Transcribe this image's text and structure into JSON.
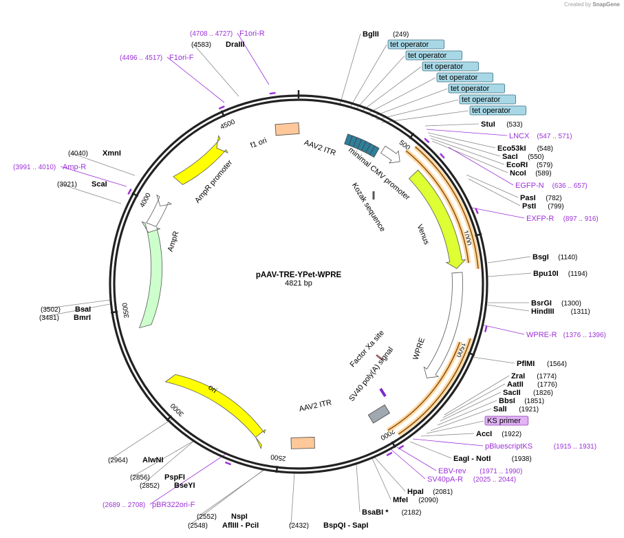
{
  "watermark": {
    "prefix": "Created by",
    "brand": "SnapGene"
  },
  "plasmid": {
    "name": "pAAV-TRE-YPet-WPRE",
    "length_label": "4821 bp",
    "length": 4821
  },
  "ticks": [
    "500",
    "1000",
    "1500",
    "2000",
    "2500",
    "3000",
    "3500",
    "4000",
    "4500"
  ],
  "sites": [
    {
      "name": "BglII",
      "pos": "(249)"
    },
    {
      "name": "StuI",
      "pos": "(533)"
    },
    {
      "name": "Eco53kI",
      "pos": "(548)"
    },
    {
      "name": "SacI",
      "pos": "(550)"
    },
    {
      "name": "EcoRI",
      "pos": "(579)"
    },
    {
      "name": "NcoI",
      "pos": "(589)"
    },
    {
      "name": "PasI",
      "pos": "(782)"
    },
    {
      "name": "PstI",
      "pos": "(799)"
    },
    {
      "name": "BsgI",
      "pos": "(1140)"
    },
    {
      "name": "Bpu10I",
      "pos": "(1194)"
    },
    {
      "name": "BsrGI",
      "pos": "(1300)"
    },
    {
      "name": "HindIII",
      "pos": "(1311)"
    },
    {
      "name": "PflMI",
      "pos": "(1564)"
    },
    {
      "name": "ZraI",
      "pos": "(1774)"
    },
    {
      "name": "AatII",
      "pos": "(1776)"
    },
    {
      "name": "SacII",
      "pos": "(1826)"
    },
    {
      "name": "BbsI",
      "pos": "(1851)"
    },
    {
      "name": "SalI",
      "pos": "(1921)"
    },
    {
      "name": "AccI",
      "pos": "(1922)"
    },
    {
      "name": "EagI - NotI",
      "pos": "(1938)"
    },
    {
      "name": "HpaI",
      "pos": "(2081)"
    },
    {
      "name": "MfeI",
      "pos": "(2090)"
    },
    {
      "name": "BsaBI *",
      "pos": "(2182)"
    },
    {
      "name": "BspQI - SapI",
      "pos": "(2432)"
    },
    {
      "name": "NspI",
      "pos": "(2552)"
    },
    {
      "name": "AflIII - PciI",
      "pos": "(2548)"
    },
    {
      "name": "PspFI",
      "pos": "(2856)"
    },
    {
      "name": "BseYI",
      "pos": "(2852)"
    },
    {
      "name": "AlwNI",
      "pos": "(2964)"
    },
    {
      "name": "BsaI",
      "pos": "(3502)"
    },
    {
      "name": "BmrI",
      "pos": "(3481)"
    },
    {
      "name": "ScaI",
      "pos": "(3921)"
    },
    {
      "name": "XmnI",
      "pos": "(4040)"
    },
    {
      "name": "DraIII",
      "pos": "(4583)"
    }
  ],
  "primers": [
    {
      "name": "F1ori-R",
      "range": "(4708 .. 4727)"
    },
    {
      "name": "F1ori-F",
      "range": "(4496 .. 4517)"
    },
    {
      "name": "Amp-R",
      "range": "(3991 .. 4010)"
    },
    {
      "name": "LNCX",
      "range": "(547 .. 571)"
    },
    {
      "name": "EGFP-N",
      "range": "(636 .. 657)"
    },
    {
      "name": "EXFP-R",
      "range": "(897 .. 916)"
    },
    {
      "name": "WPRE-R",
      "range": "(1376 .. 1396)"
    },
    {
      "name": "pBluescriptKS",
      "range": "(1915 .. 1931)"
    },
    {
      "name": "EBV-rev",
      "range": "(1971 .. 1990)"
    },
    {
      "name": "SV40pA-R",
      "range": "(2025 .. 2044)"
    },
    {
      "name": "pBR322ori-F",
      "range": "(2689 .. 2708)"
    }
  ],
  "boxed_labels": [
    "tet operator",
    "tet operator",
    "tet operator",
    "tet operator",
    "tet operator",
    "tet operator",
    "tet operator",
    "KS primer"
  ],
  "features": [
    {
      "name": "f1 ori"
    },
    {
      "name": "AmpR promoter"
    },
    {
      "name": "AmpR"
    },
    {
      "name": "ori"
    },
    {
      "name": "AAV2 ITR"
    },
    {
      "name": "AAV2 ITR"
    },
    {
      "name": "minimal CMV promoter"
    },
    {
      "name": "Kozak sequence"
    },
    {
      "name": "Venus"
    },
    {
      "name": "WPRE"
    },
    {
      "name": "Factor Xa site"
    },
    {
      "name": "SV40 poly(A) signal"
    }
  ],
  "colors": {
    "backbone": "#222222",
    "primer": "#9b30d9",
    "tetop_fill": "#a8d8e6",
    "tetop_mark": "#2e7f9a",
    "ks_fill": "#e2b3f5",
    "f1ori": "#ffff00",
    "ampr": "#ccffcc",
    "amprp": "#ffffff",
    "ori": "#ffff00",
    "itr": "#ffc89a",
    "venus": "#ddff33",
    "wpre": "#ffffff",
    "sv40": "#a0a8b0",
    "orf": "#f0a830"
  }
}
